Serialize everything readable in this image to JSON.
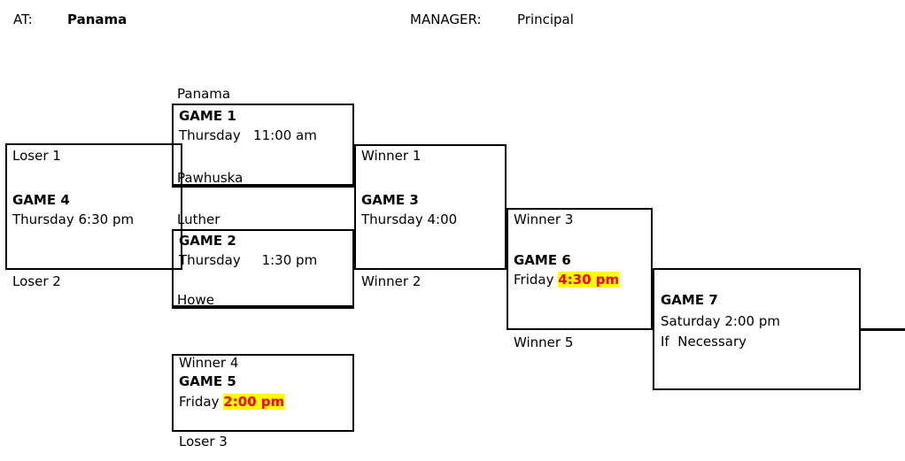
{
  "header": {
    "at_label": "AT:",
    "at_value": "Panama",
    "manager_label": "MANAGER:",
    "manager_value": "Principal"
  },
  "colors": {
    "highlight_background": "#FFFF00",
    "highlight_text": "#FF0000",
    "line": "#000000",
    "page_background": "#FFFFFF"
  },
  "bracket": {
    "games": [
      {
        "id": "game-1",
        "title": "GAME 1",
        "top_slot": "Panama",
        "bottom_slot": "Pawhuska",
        "day": "Thursday",
        "time": "11:00 am",
        "time_highlighted": false,
        "note": ""
      },
      {
        "id": "game-2",
        "title": "GAME 2",
        "top_slot": "Luther",
        "bottom_slot": "Howe",
        "day": "Thursday",
        "time": "1:30 pm",
        "time_highlighted": false,
        "note": ""
      },
      {
        "id": "game-3",
        "title": "GAME 3",
        "top_slot": "Winner 1",
        "bottom_slot": "Winner 2",
        "day": "Thursday",
        "time": "4:00",
        "time_highlighted": false,
        "note": ""
      },
      {
        "id": "game-4",
        "title": "GAME 4",
        "top_slot": "Loser 1",
        "bottom_slot": "Loser 2",
        "day": "Thursday",
        "time": "6:30 pm",
        "time_highlighted": false,
        "note": ""
      },
      {
        "id": "game-5",
        "title": "GAME 5",
        "top_slot": "Winner 4",
        "bottom_slot": "Loser 3",
        "day": "Friday",
        "time": "2:00 pm",
        "time_highlighted": true,
        "note": ""
      },
      {
        "id": "game-6",
        "title": "GAME 6",
        "top_slot": "Winner 3",
        "bottom_slot": "Winner 5",
        "day": "Friday",
        "time": "4:30 pm",
        "time_highlighted": true,
        "note": ""
      },
      {
        "id": "game-7",
        "title": "GAME 7",
        "top_slot": "",
        "bottom_slot": "",
        "day": "Saturday",
        "time": "2:00 pm",
        "time_highlighted": false,
        "note": "If  Necessary"
      }
    ],
    "game_1_day_time": "Thursday   11:00 am",
    "game_2_day_time": "Thursday     1:30 pm",
    "game_3_day_time": "Thursday 4:00",
    "game_4_day_time": "Thursday 6:30 pm",
    "game_5_day": "Friday ",
    "game_5_time": "2:00 pm",
    "game_6_day": "Friday ",
    "game_6_time": "4:30 pm",
    "game_7_day_time": "Saturday 2:00 pm",
    "game_7_note": "If  Necessary"
  }
}
